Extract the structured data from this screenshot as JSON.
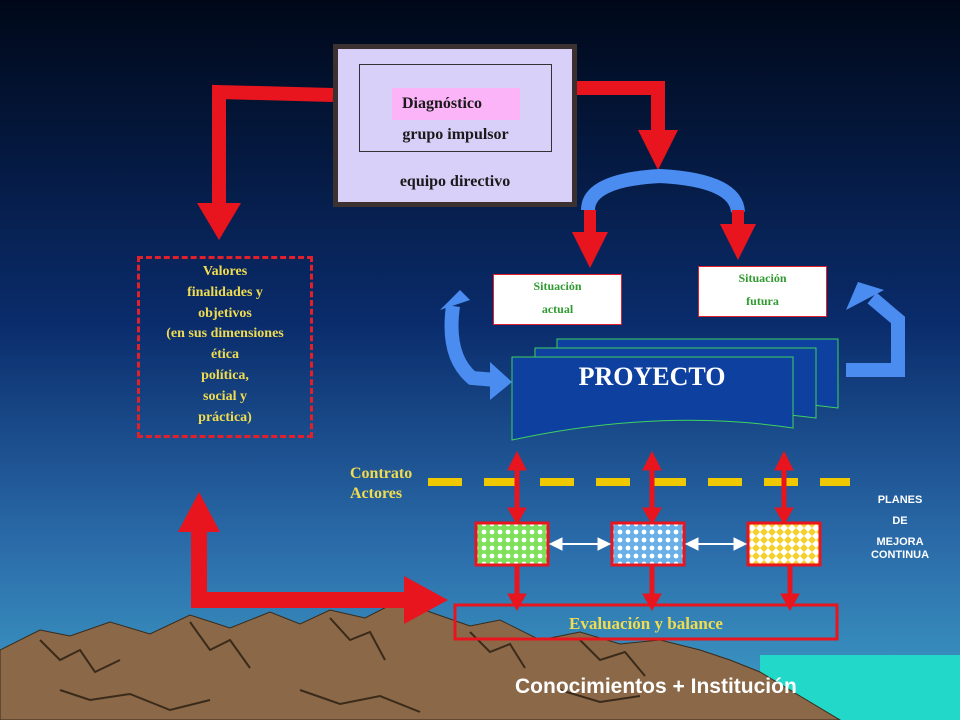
{
  "colors": {
    "red_arrow": "#e8141e",
    "blue_arrow": "#4a8cf0",
    "yellow_dash": "#f0c800",
    "text_yellow": "#f0dc50",
    "green_text": "#2f9a2f",
    "box_lavender": "#d8d0f8",
    "label_pink": "#fbb4f8",
    "pattern_green": "#7ee05a",
    "pattern_blue": "#6ab0e8",
    "pattern_yellow": "#f4d028"
  },
  "top_box": {
    "diagnostico": "Diagnóstico",
    "grupo": "grupo impulsor",
    "equipo": "equipo directivo"
  },
  "valores": {
    "lines": [
      "Valores",
      "finalidades y",
      "objetivos",
      "(en sus dimensiones",
      "ética",
      "política,",
      "social y",
      "práctica)"
    ]
  },
  "situacion_actual": {
    "line1": "Situación",
    "line2": "actual"
  },
  "situacion_futura": {
    "line1": "Situación",
    "line2": "futura"
  },
  "proyecto": "PROYECTO",
  "contrato": {
    "line1": "Contrato",
    "line2": "Actores"
  },
  "planes": {
    "lines": [
      "PLANES",
      "DE",
      "MEJORA",
      "CONTINUA"
    ]
  },
  "evaluacion": "Evaluación y balance",
  "footer": "Conocimientos + Institución"
}
